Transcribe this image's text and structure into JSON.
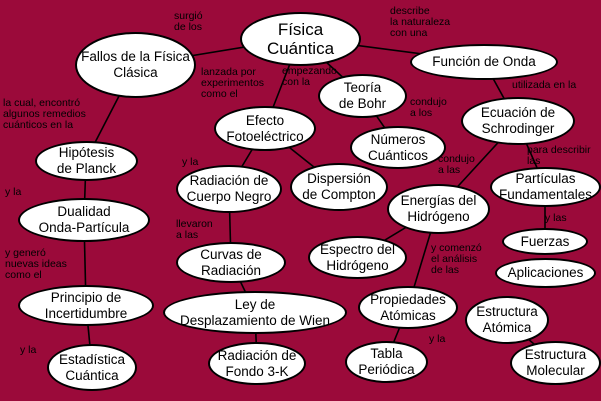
{
  "colors": {
    "background": "#9b0a3a",
    "node_fill": "#ffffff",
    "line": "#000000"
  },
  "nodes": {
    "fisica_cuantica": "Física\nCuántica",
    "fallos": "Fallos de la Física\nClásica",
    "funcion_onda": "Función de Onda",
    "teoria_bohr": "Teoría\nde Bohr",
    "efecto_foto": "Efecto\nFotoeléctrico",
    "ecuacion_schrod": "Ecuación de\nSchrodinger",
    "numeros_cuant": "Números\nCuánticos",
    "hipotesis": "Hipótesis\nde Planck",
    "radiacion_cuerpo": "Radiación de\nCuerpo Negro",
    "dispersion": "Dispersión\nde Compton",
    "particulas": "Partículas\nFundamentales",
    "energias_h": "Energías del\nHidrógeno",
    "dualidad": "Dualidad\nOnda-Partícula",
    "curvas": "Curvas de\nRadiación",
    "espectro": "Espectro del\nHidrógeno",
    "fuerzas": "Fuerzas",
    "aplicaciones": "Aplicaciones",
    "principio": "Principio de\nIncertidumbre",
    "ley_wien": "Ley de\nDesplazamiento de Wien",
    "propiedades": "Propiedades\nAtómicas",
    "estructura_atomica": "Estructura\nAtómica",
    "estadistica": "Estadística\nCuántica",
    "radiacion_fondo": "Radiación de\nFondo 3-K",
    "tabla": "Tabla\nPeriódica",
    "estructura_molecular": "Estructura\nMolecular"
  },
  "labels": {
    "surgio": "surgió\nde los",
    "describe": "describe\nla naturaleza\ncon una",
    "lanzada": "lanzada por\nexperimentos\ncomo el",
    "empezando": "empezando\ncon la",
    "la_cual": "la cual, encontró\nalgunos remedios\ncuánticos en la",
    "condujo_los": "condujo\na los",
    "utilizada": "utilizada en la",
    "y_la_1": "y la",
    "para_describir": "para describir\nlas",
    "condujo_las": "condujo\na las",
    "y_la_2": "y la",
    "llevaron": "llevaron\na las",
    "y_las": "y las",
    "genero": "y generó\nnuevas ideas\ncomo el",
    "comenzo": "y comenzó\nel análisis\nde las",
    "y_la_3": "y la",
    "y_la_4": "y la"
  }
}
